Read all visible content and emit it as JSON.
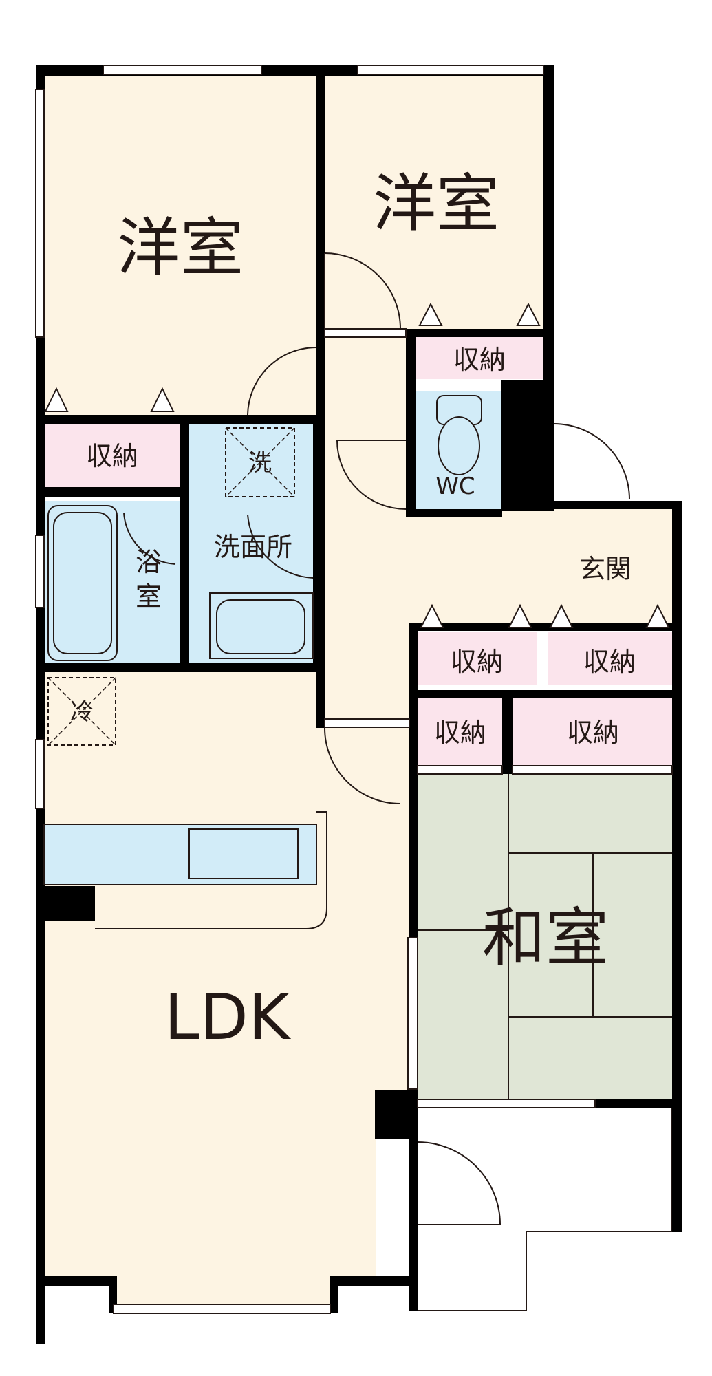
{
  "rooms": {
    "western_room_1": "洋室",
    "western_room_2": "洋室",
    "storage_1": "収納",
    "storage_2": "収納",
    "washer_mark": "洗",
    "washroom": "洗面所",
    "bathroom": "浴室",
    "toilet": "WC",
    "entrance": "玄関",
    "storage_3": "収納",
    "storage_4": "収納",
    "storage_5": "収納",
    "storage_6": "収納",
    "fridge_mark": "冷",
    "japanese_room": "和室",
    "ldk": "LDK"
  },
  "colors": {
    "floor": "#fdf4e3",
    "storage": "#fbe4ec",
    "wet_area": "#d2ecf8",
    "tatami": "#e0e6d6",
    "wall": "#000000",
    "text": "#231815"
  }
}
